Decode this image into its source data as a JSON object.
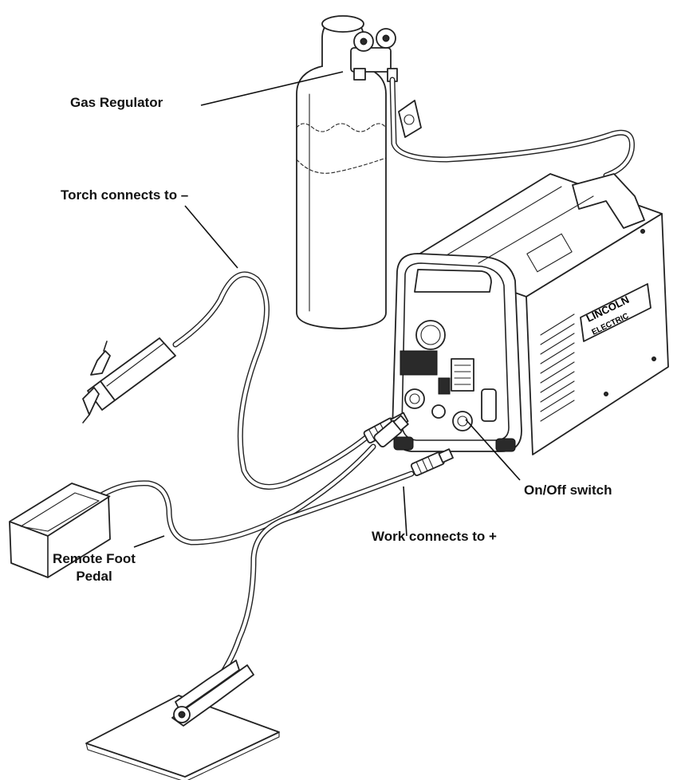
{
  "labels": {
    "gas_regulator": "Gas Regulator",
    "torch": "Torch connects to –",
    "remote_pedal_line1": "Remote Foot",
    "remote_pedal_line2": "Pedal",
    "on_off": "On/Off switch",
    "work": "Work connects to +"
  },
  "machine_logo": {
    "line1": "LINCOLN",
    "line2": "ELECTRIC"
  },
  "icons": [
    "gas-cylinder",
    "gas-regulator",
    "welding-machine",
    "tig-torch",
    "foot-pedal",
    "work-clamp",
    "work-plate"
  ]
}
